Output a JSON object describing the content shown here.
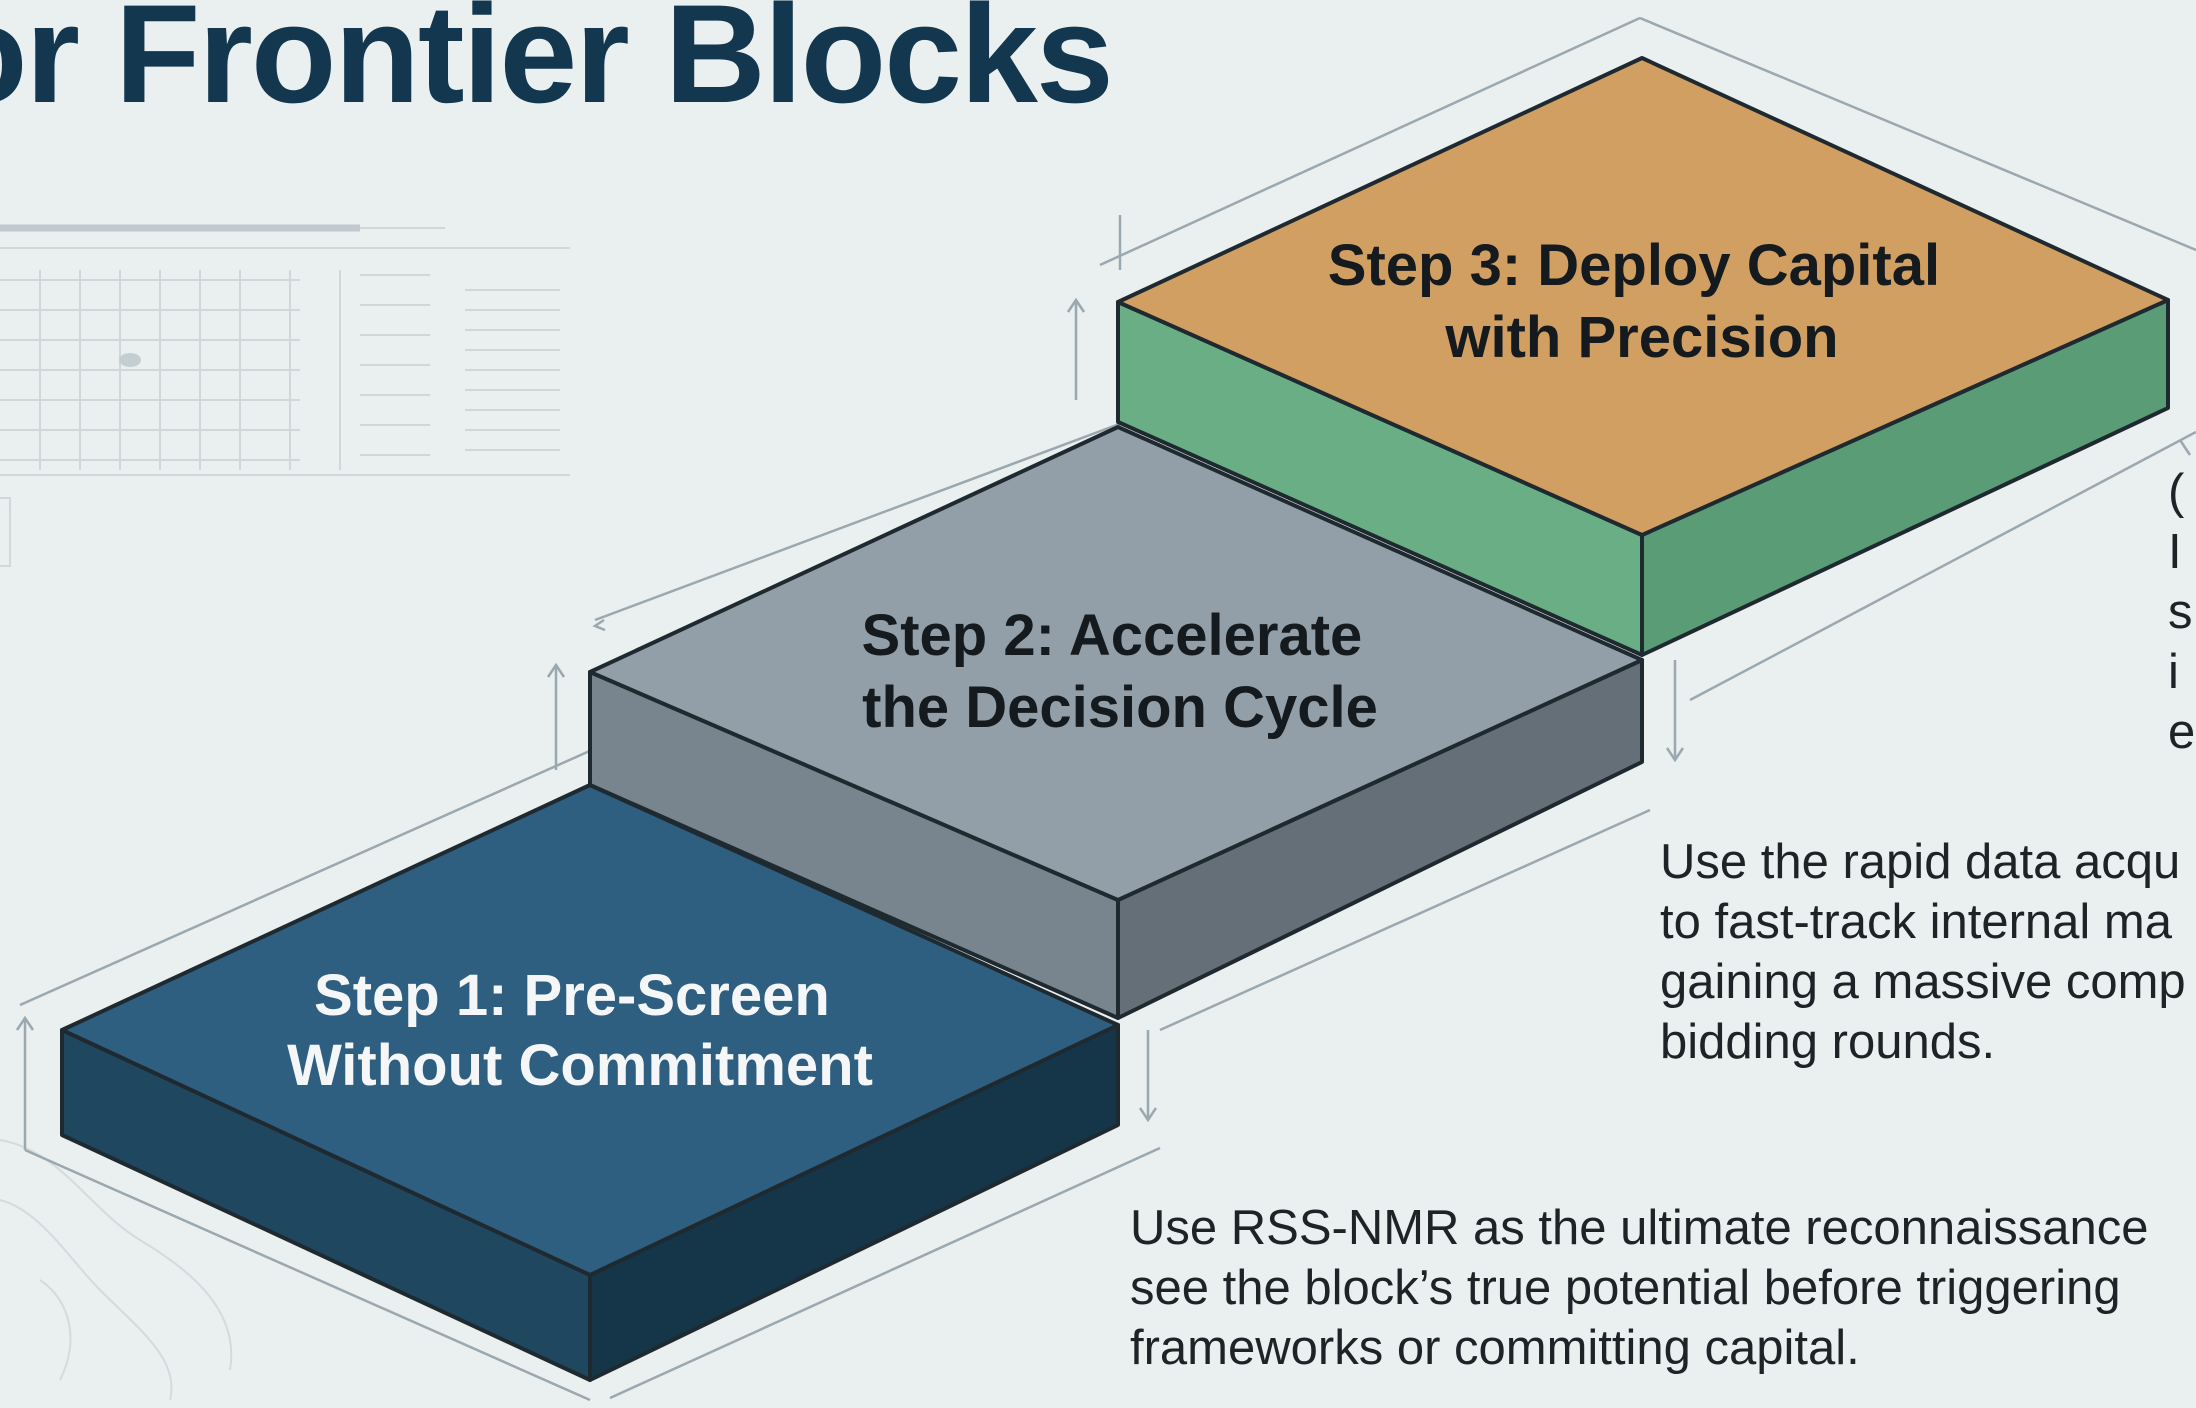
{
  "page": {
    "title": "or Frontier Blocks"
  },
  "steps": [
    {
      "id": 1,
      "title_line1": "Step 1: Pre-Screen",
      "title_line2": "Without Commitment",
      "color_top": "#2e5f80",
      "color_front": "#1f4760",
      "color_side": "#153549",
      "description": "Use RSS-NMR as the ultimate reconnaissance\nsee the block’s true potential before triggering\nframeworks or committing capital."
    },
    {
      "id": 2,
      "title_line1": "Step 2: Accelerate",
      "title_line2": "the Decision Cycle",
      "color_top": "#939fa8",
      "color_front": "#78848e",
      "color_side": "#646f78",
      "description": "Use the rapid data acqu\nto fast-track internal ma\ngaining a massive comp\nbidding rounds."
    },
    {
      "id": 3,
      "title_line1": "Step 3: Deploy Capital",
      "title_line2": "with Precision",
      "color_top": "#d29f62",
      "color_front": "#6aae85",
      "color_side": "#5a9c75",
      "description": "(\nI\ns\ni\ne"
    }
  ],
  "colors": {
    "background": "#eaeff0",
    "title": "#12374f",
    "outline": "#1f2a30",
    "guide": "#9aa8b0",
    "step_text_dark": "#141a1e",
    "step_text_light": "#f4f6f7"
  }
}
